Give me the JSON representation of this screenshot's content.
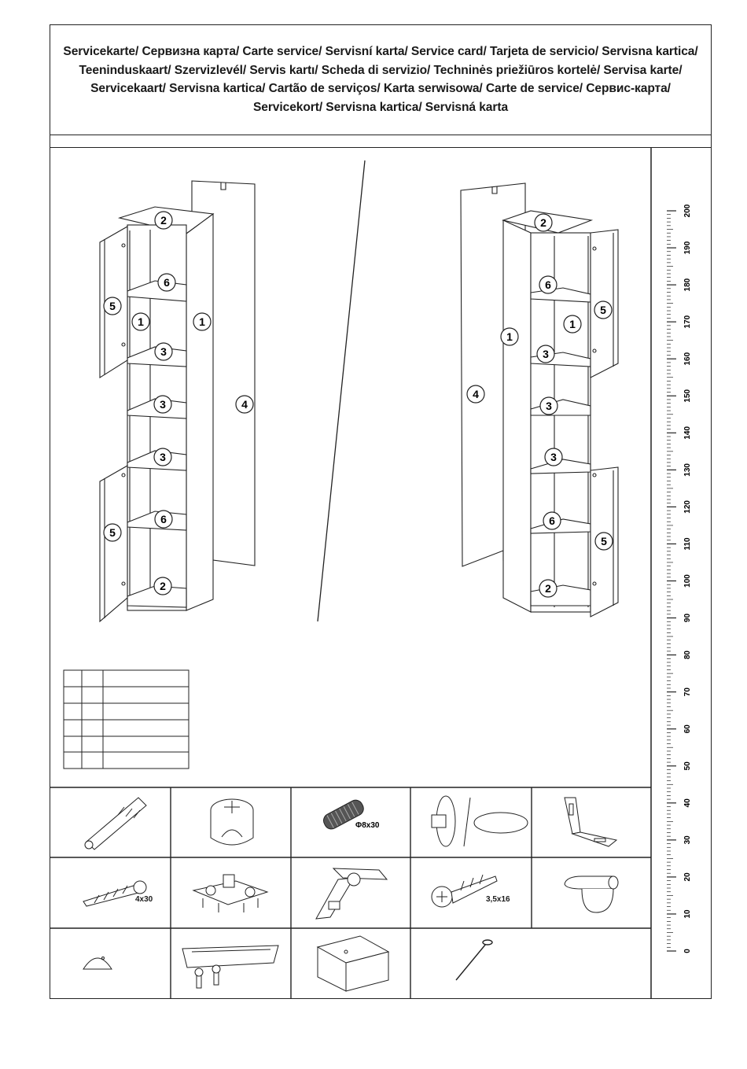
{
  "title": "Servicekarte/ Сервизна карта/ Carte service/ Servisní karta/ Service card/ Tarjeta de servicio/ Servisna kartica/ Teeninduskaart/ Szervizlevél/ Servis kartı/ Scheda di servizio/ Techninės priežiūros kortelė/ Servisa karte/ Servicekaart/ Servisna kartica/ Cartão de serviços/ Karta serwisowa/ Carte de service/ Сервис-карта/ Servicekort/ Servisna kartica/ Servisná karta",
  "ruler": {
    "unit": "cm",
    "labels": [
      "200",
      "190",
      "180",
      "170",
      "160",
      "150",
      "140",
      "130",
      "120",
      "110",
      "100",
      "90",
      "80",
      "70",
      "60",
      "50",
      "40",
      "30",
      "20",
      "10",
      "0"
    ]
  },
  "left_view_callouts": [
    "2",
    "6",
    "5",
    "1",
    "1",
    "3",
    "4",
    "3",
    "3",
    "5",
    "6",
    "2"
  ],
  "right_view_callouts": [
    "2",
    "6",
    "5",
    "1",
    "1",
    "3",
    "4",
    "3",
    "3",
    "5",
    "6",
    "2"
  ],
  "hardware": {
    "dowel_label": "Φ8x30",
    "screw_label": "4x30",
    "screw2_label": "3,5x16"
  },
  "parts_table_rows": 6
}
